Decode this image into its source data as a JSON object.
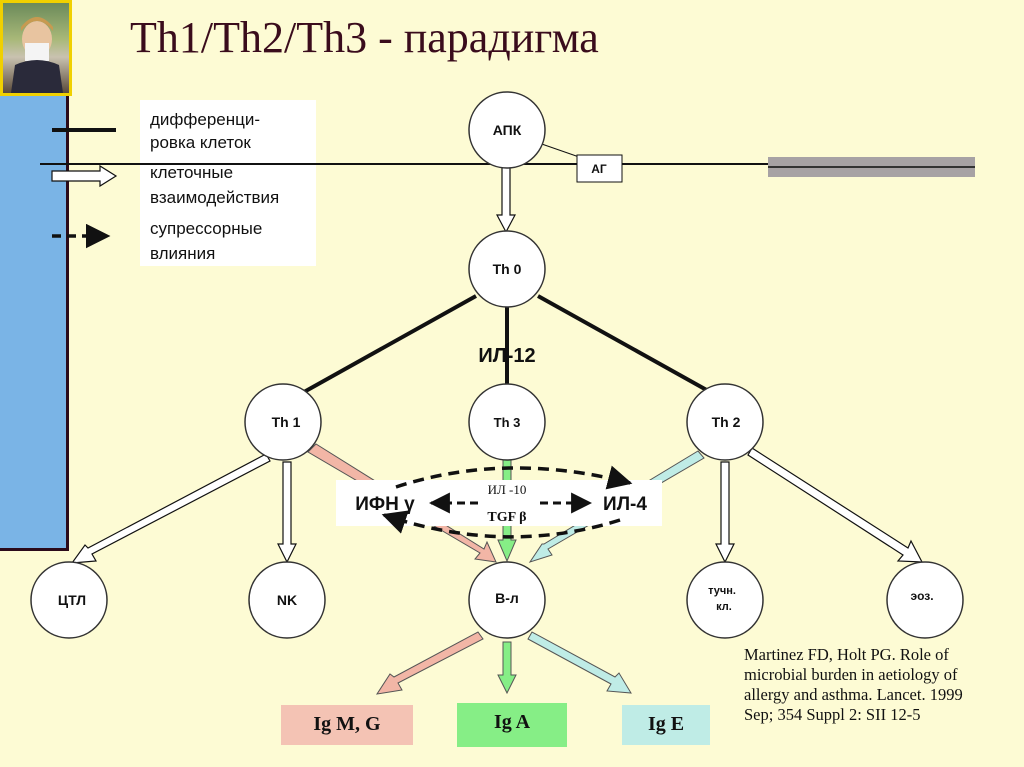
{
  "title": "Th1/Th2/Th3 - парадигма",
  "legend": {
    "differentiation": [
      "дифференци-",
      "ровка клеток"
    ],
    "interaction": [
      "клеточные",
      "взаимодействия"
    ],
    "suppression": [
      "супрессорные",
      "влияния"
    ]
  },
  "nodes": {
    "apk": "АПК",
    "ag": "АГ",
    "th0": "Th 0",
    "il12": "ИЛ-12",
    "th1": "Th 1",
    "th3": "Th 3",
    "th2": "Th 2",
    "ctl": "ЦТЛ",
    "nk": "NK",
    "bl": "В-л",
    "mast_1": "тучн.",
    "mast_2": "кл.",
    "eos": "эоз."
  },
  "cytokines": {
    "ifn": "ИФН γ",
    "il4": "ИЛ-4",
    "il10": "ИЛ -10",
    "tgf": "TGF β"
  },
  "immunoglobulins": {
    "igmg": "Ig M, G",
    "iga": "Ig A",
    "ige": "Ig E"
  },
  "colors": {
    "background": "#fdfbd4",
    "igmg": "#f4c3b4",
    "iga": "#86ee86",
    "ige": "#bfece6",
    "left_bar": "#7ab4e6"
  },
  "citation": "Martinez FD, Holt PG. Role of microbial burden in aetiology of allergy and asthma. Lancet. 1999 Sep; 354 Suppl 2: SII 12-5"
}
